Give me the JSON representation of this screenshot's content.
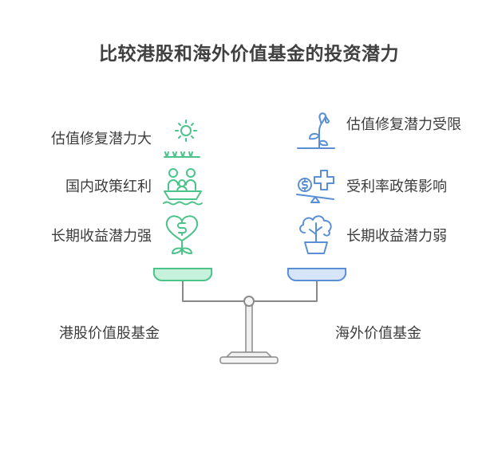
{
  "title": "比较港股和海外价值基金的投资潜力",
  "left_side": {
    "name": "港股价值股基金",
    "color": "#4CC38A",
    "items": [
      {
        "label": "估值修复潜力大",
        "icon": "sun-over-grass-icon"
      },
      {
        "label": "国内政策红利",
        "icon": "family-in-boat-icon"
      },
      {
        "label": "长期收益潜力强",
        "icon": "heart-plant-dollar-icon"
      }
    ]
  },
  "right_side": {
    "name": "海外价值基金",
    "color": "#5A8FD6",
    "items": [
      {
        "label": "估值修复潜力受限",
        "icon": "wilting-plant-icon"
      },
      {
        "label": "受利率政策影响",
        "icon": "dollar-seesaw-cross-icon"
      },
      {
        "label": "长期收益潜力弱",
        "icon": "tree-in-pot-icon"
      }
    ]
  }
}
